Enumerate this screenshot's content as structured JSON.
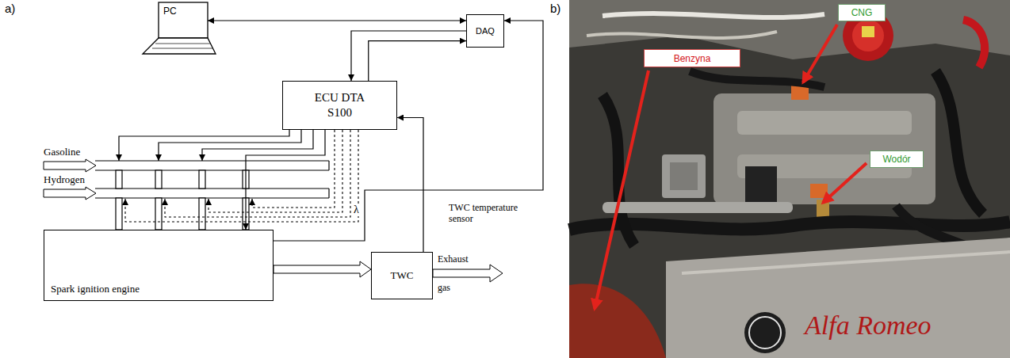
{
  "diagram": {
    "nodes": [
      {
        "text": [
          "PC"
        ]
      },
      {
        "text": [
          "DAQ"
        ]
      },
      {
        "text": [
          "ECU DTA S100"
        ]
      },
      {
        "text": [
          "Spark ignition engine"
        ]
      },
      {
        "text": [
          "TWC"
        ]
      },
      {
        "text": [
          "Benzyna"
        ]
      },
      {
        "text": [
          "CNG"
        ]
      },
      {
        "text": [
          "Wodór"
        ]
      }
    ],
    "edges": [
      {
        "from": 0,
        "to": 1,
        "arrow": "both"
      },
      {
        "from": 1,
        "to": 2,
        "arrow": "to"
      },
      {
        "from": 2,
        "to": 1,
        "arrow": "to"
      },
      {
        "from": 2,
        "to": 3,
        "arrow": "to"
      },
      {
        "from": 3,
        "to": 4,
        "arrow": "to"
      },
      {
        "from": 3,
        "to": 1,
        "arrow": "to",
        "label": "λ"
      },
      {
        "from": 4,
        "to": 2,
        "arrow": "to"
      }
    ],
    "labels": [
      "a)",
      "b)",
      "Gasoline",
      "Hydrogen",
      "TWC temperature sensor",
      "Exhaust gas",
      "Alfa Romeo"
    ]
  }
}
